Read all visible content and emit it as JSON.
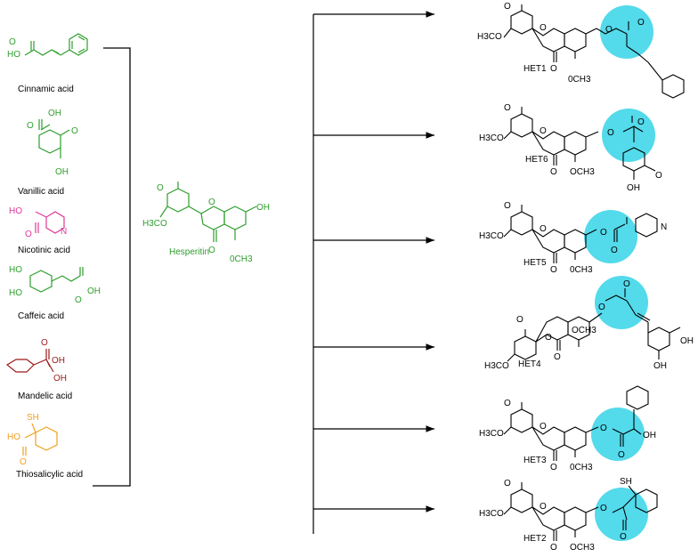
{
  "colors": {
    "cinnamic": "#2e9e2e",
    "vanillic": "#2e9e2e",
    "nicotinic": "#e0389a",
    "caffeic": "#2e9e2e",
    "mandelic": "#9b1b1b",
    "thiosalicylic": "#f0a020",
    "hesperitin": "#2e9e2e",
    "highlight": "#35d3e8",
    "line": "#000000"
  },
  "acids": [
    {
      "name": "Cinnamic acid",
      "atoms": [
        "O",
        "HO"
      ]
    },
    {
      "name": "Vanillic acid",
      "atoms": [
        "O",
        "OH",
        "O",
        "OH"
      ]
    },
    {
      "name": "Nicotinic acid",
      "atoms": [
        "HO",
        "O",
        "N"
      ]
    },
    {
      "name": "Caffeic acid",
      "atoms": [
        "HO",
        "HO",
        "OH",
        "O"
      ]
    },
    {
      "name": "Mandelic acid",
      "atoms": [
        "O",
        "OH",
        "OH"
      ]
    },
    {
      "name": "Thiosalicylic acid",
      "atoms": [
        "SH",
        "HO",
        "O"
      ]
    }
  ],
  "hesperitin": {
    "name": "Hesperitin",
    "atoms": [
      "O",
      "H3CO",
      "O",
      "OH",
      "O",
      "0CH3"
    ]
  },
  "products": [
    {
      "name": "HET1",
      "atoms": [
        "O",
        "H3CO",
        "O",
        "O",
        "O",
        "O",
        "0CH3"
      ]
    },
    {
      "name": "HET6",
      "atoms": [
        "O",
        "H3CO",
        "O",
        "O",
        "O",
        "O",
        "OCH3",
        "OH",
        "O"
      ]
    },
    {
      "name": "HET5",
      "atoms": [
        "O",
        "H3CO",
        "O",
        "O",
        "O",
        "O",
        "0CH3",
        "N"
      ]
    },
    {
      "name": "HET4",
      "atoms": [
        "O",
        "O",
        "O",
        "O",
        "H3CO",
        "O",
        "OCH3",
        "OH",
        "OH"
      ]
    },
    {
      "name": "HET3",
      "atoms": [
        "O",
        "H3CO",
        "O",
        "O",
        "O",
        "O",
        "OH",
        "0CH3"
      ]
    },
    {
      "name": "HET2",
      "atoms": [
        "O",
        "H3CO",
        "O",
        "O",
        "SH",
        "O",
        "O",
        "OCH3"
      ]
    }
  ]
}
